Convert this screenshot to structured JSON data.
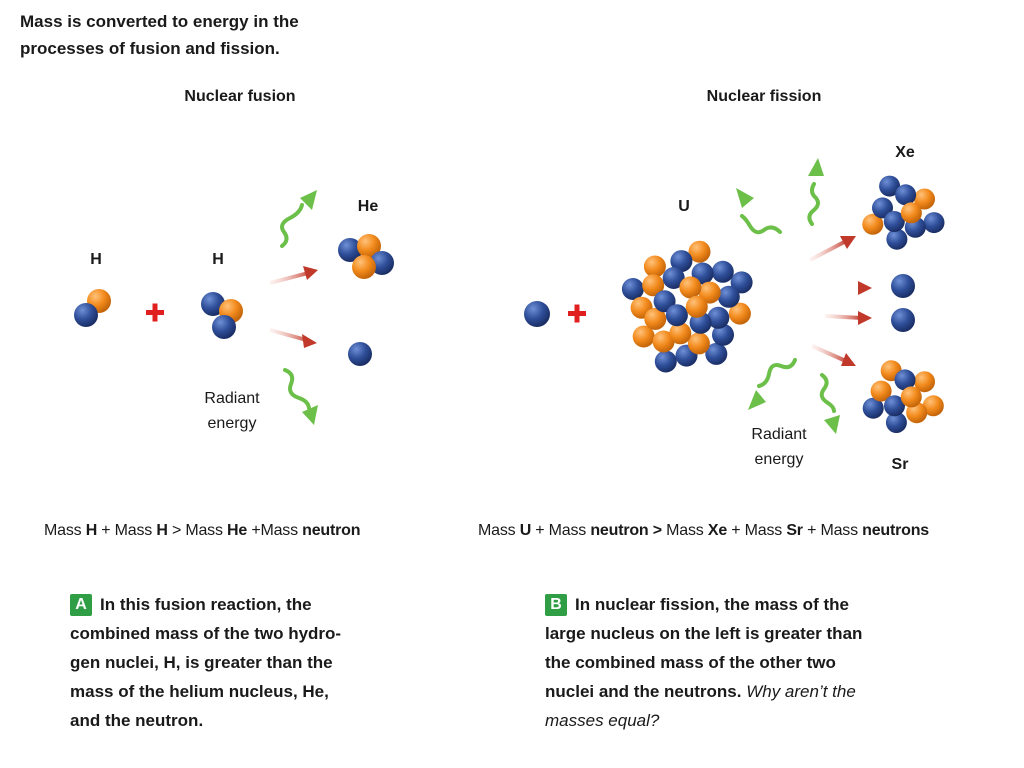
{
  "intro": "Mass is converted to energy in the processes of fusion and fission.",
  "fusion": {
    "title": "Nuclear fusion",
    "labels": {
      "h1": "H",
      "h2": "H",
      "he": "He"
    },
    "radiant": [
      "Radiant",
      "energy"
    ],
    "plus": "+",
    "equation": [
      {
        "t": "Mass ",
        "b": false
      },
      {
        "t": "H",
        "b": true
      },
      {
        "t": " + Mass ",
        "b": false
      },
      {
        "t": "H",
        "b": true
      },
      {
        "t": " > Mass ",
        "b": false
      },
      {
        "t": "He",
        "b": true
      },
      {
        "t": " +Mass ",
        "b": false
      },
      {
        "t": "neutron",
        "b": true
      }
    ],
    "caption": {
      "badge": "A",
      "lines": [
        "In this fusion reaction, the",
        "combined mass of the two hydro-",
        "gen nuclei, H, is greater than the",
        "mass of the helium nucleus, He,",
        "and the neutron."
      ]
    }
  },
  "fission": {
    "title": "Nuclear fission",
    "labels": {
      "u": "U",
      "xe": "Xe",
      "sr": "Sr"
    },
    "radiant": [
      "Radiant",
      "energy"
    ],
    "plus": "+",
    "equation": [
      {
        "t": "Mass ",
        "b": false
      },
      {
        "t": "U",
        "b": true
      },
      {
        "t": " + Mass ",
        "b": false
      },
      {
        "t": "neutron",
        "b": true
      },
      {
        "t": " > ",
        "b": true
      },
      {
        "t": "Mass ",
        "b": false
      },
      {
        "t": "Xe",
        "b": true
      },
      {
        "t": " + Mass ",
        "b": false
      },
      {
        "t": "Sr",
        "b": true
      },
      {
        "t": " + Mass ",
        "b": false
      },
      {
        "t": "neutrons",
        "b": true
      }
    ],
    "caption": {
      "badge": "B",
      "lines": [
        "In nuclear fission, the mass of the",
        "large nucleus on the left is greater than",
        "the combined mass of the other two",
        "nuclei and the neutrons."
      ],
      "question": [
        "Why aren’t the",
        "masses equal?"
      ]
    }
  },
  "colors": {
    "proton": "#f28a1c",
    "neutron": "#2f4f9a",
    "plus": "#e02020",
    "arrow_red": "#c0392b",
    "wave_green": "#6cc04a",
    "badge": "#2f9e44"
  }
}
